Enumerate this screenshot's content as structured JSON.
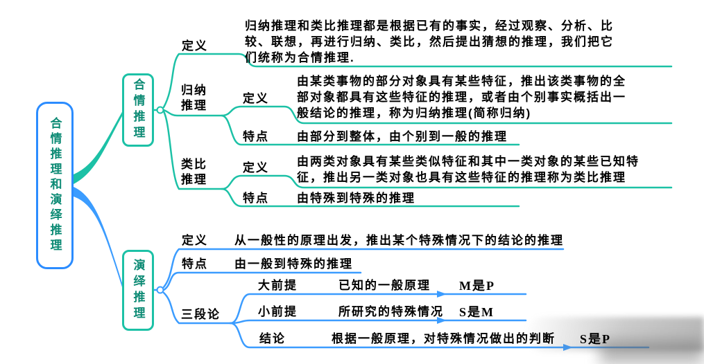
{
  "colors": {
    "teal_branch": "#1CC1A6",
    "blue_branch": "#3B9CFF",
    "root_border": "#2B8CFF",
    "node_text": "#0C8A74",
    "body_text": "#000000"
  },
  "root": {
    "label": "合情推理和演绎推理"
  },
  "plausible": {
    "label": "合情推理",
    "definition": {
      "label": "定义",
      "text": "归纳推理和类比推理都是根据已有的事实，经过观察、分析、比较、联想，再进行归纳、类比，然后提出猜想的推理，我们把它们统称为合情推理."
    },
    "inductive": {
      "label": "归纳推理",
      "definition": {
        "label": "定义",
        "text": "由某类事物的部分对象具有某些特征，推出该类事物的全部对象都具有这些特征的推理，或者由个别事实概括出一般结论的推理，称为归纳推理(简称归纳)"
      },
      "feature": {
        "label": "特点",
        "text": "由部分到整体，由个别到一般的推理"
      }
    },
    "analogical": {
      "label": "类比推理",
      "definition": {
        "label": "定义",
        "text": "由两类对象具有某些类似特征和其中一类对象的某些已知特征，推出另一类对象也具有这些特征的推理称为类比推理"
      },
      "feature": {
        "label": "特点",
        "text": "由特殊到特殊的推理"
      }
    }
  },
  "deductive": {
    "label": "演绎推理",
    "definition": {
      "label": "定义",
      "text": "从一般性的原理出发，推出某个特殊情况下的结论的推理"
    },
    "feature": {
      "label": "特点",
      "text": "由一般到特殊的推理"
    },
    "syllogism": {
      "label": "三段论",
      "major": {
        "label": "大前提",
        "text": "已知的一般原理",
        "formula": "M是P"
      },
      "minor": {
        "label": "小前提",
        "text": "所研究的特殊情况",
        "formula": "S是M"
      },
      "conclusion": {
        "label": "结论",
        "text": "根据一般原理，对特殊情况做出的判断",
        "formula": "S是P"
      }
    }
  }
}
